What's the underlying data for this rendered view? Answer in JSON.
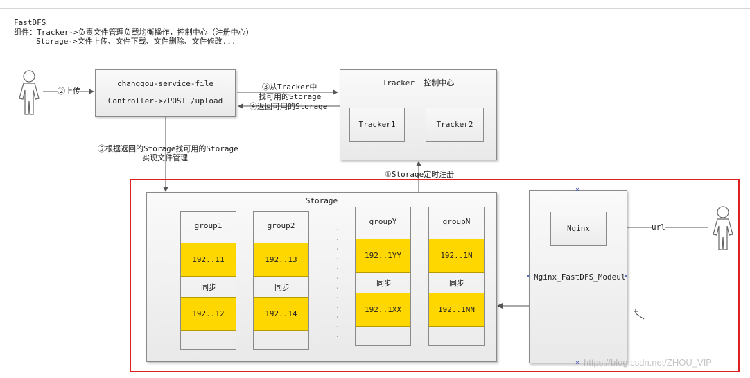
{
  "header": {
    "title": "FastDFS",
    "line1": "组件：Tracker->负责文件管理负载均衡操作，控制中心（注册中心）",
    "line2": "Storage->文件上传、文件下载、文件删除、文件修改..."
  },
  "service_box": {
    "name": "changgou-service-file",
    "endpoint": "Controller->/POST /upload"
  },
  "tracker": {
    "title": "Tracker  控制中心",
    "node1": "Tracker1",
    "node2": "Tracker2"
  },
  "labels": {
    "upload": "②上传",
    "step3_a": "③从Tracker中",
    "step3_b": "找可用的Storage",
    "step4": "④返回可用的Storage",
    "step5_a": "⑤根据返回的Storage找可用的Storage",
    "step5_b": "实现文件管理",
    "step1": "①Storage定时注册",
    "url": "url",
    "sync": "同步"
  },
  "storage": {
    "title": "Storage",
    "groups": [
      {
        "name": "group1",
        "ip_a": "192..11",
        "ip_b": "192..12"
      },
      {
        "name": "group2",
        "ip_a": "192..13",
        "ip_b": "192..14"
      },
      {
        "name": "groupY",
        "ip_a": "192..1YY",
        "ip_b": "192..1XX"
      },
      {
        "name": "groupN",
        "ip_a": "192..1N",
        "ip_b": "192..1NN"
      }
    ]
  },
  "nginx": {
    "name": "Nginx",
    "module": "Nginx_FastDFS_Modeul"
  },
  "watermark": "https://blog.csdn.net/ZHOU_VIP",
  "colors": {
    "highlight_border": "#e02020",
    "node_fill": "#ffd700",
    "box_border": "#8a8a8a",
    "marker_color": "#3a4fb0"
  }
}
